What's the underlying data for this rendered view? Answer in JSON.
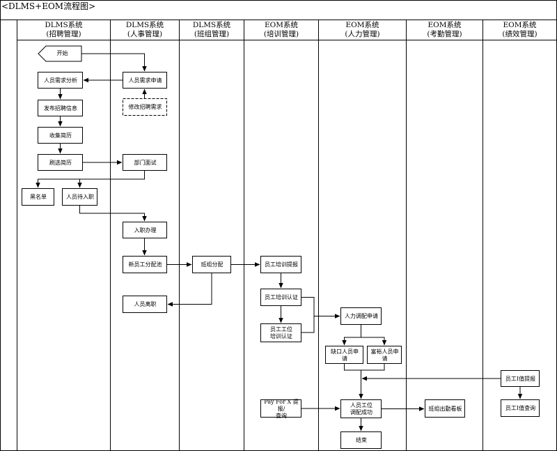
{
  "title": "<DLMS+EOM流程图>",
  "lanes": [
    {
      "system": "DLMS系统",
      "module": "(招聘管理)"
    },
    {
      "system": "DLMS系统",
      "module": "(人事管理)"
    },
    {
      "system": "DLMS系统",
      "module": "(班组管理)"
    },
    {
      "system": "EOM系统",
      "module": "(培训管理)"
    },
    {
      "system": "EOM系统",
      "module": "(人力管理)"
    },
    {
      "system": "EOM系统",
      "module": "(考勤管理)"
    },
    {
      "system": "EOM系统",
      "module": "(绩效管理)"
    }
  ],
  "nodes": {
    "start": "开始",
    "demand_analysis": "人员需求分析",
    "publish_job": "发布招聘信息",
    "collect_resume": "收集简历",
    "screen_resume": "刷选简历",
    "blacklist": "黑名单",
    "pending_onboard": "人员待入职",
    "demand_request": "人员需求申请",
    "modify_demand": "修改招聘需求",
    "dept_interview": "部门面试",
    "onboard_process": "入职办理",
    "new_staff_pool": "新员工分配池",
    "staff_leave": "人员离职",
    "team_assign": "班组分配",
    "training_submit": "员工培训提报",
    "training_cert": "员工培训认证",
    "post_cert": "员工工位\n培训认证",
    "payforx": "Pay For X 提报/\n查询",
    "hr_transfer_request": "人力调配申请",
    "gap_request": "缺口人员申\n请",
    "surplus_request": "富裕人员申\n请",
    "transfer_success": "人员工位\n调配成功",
    "end": "结束",
    "attendance_board": "班组出勤看板",
    "perf_submit": "员工I值提报",
    "perf_query": "员工I值查询"
  }
}
